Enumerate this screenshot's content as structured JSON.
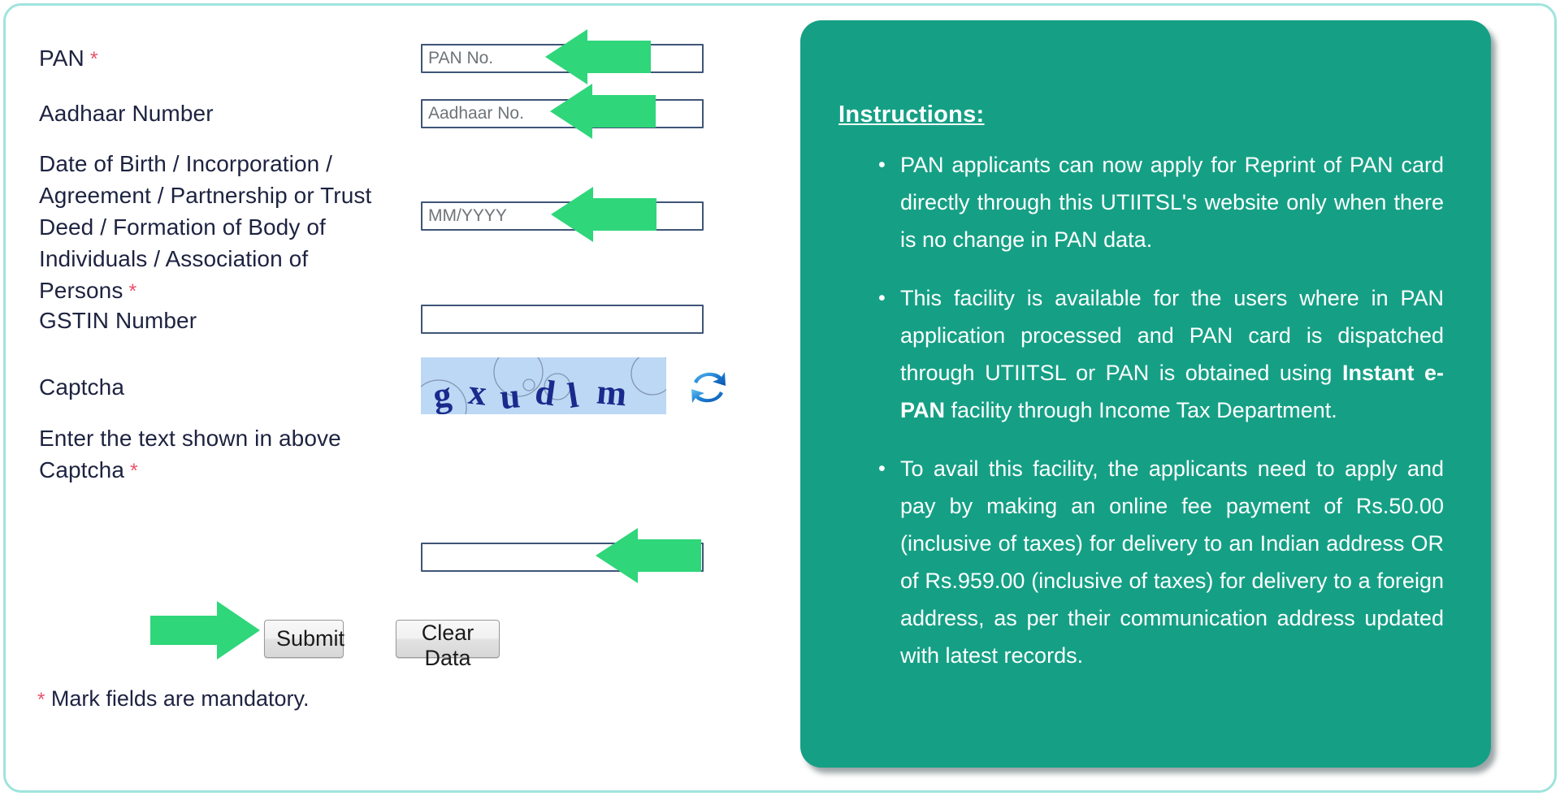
{
  "theme": {
    "frame_border_color": "#9fe4dd",
    "panel_teal": "#15a085",
    "arrow_green": "#2fd67a",
    "required_star_color": "#e8536b",
    "label_color": "#1d2340",
    "input_border_color": "#3f5577",
    "captcha_bg": "#bcd8f5",
    "captcha_text_color": "#1a2a8c",
    "refresh_icon_color": "#1e7fd4"
  },
  "form": {
    "fields": [
      {
        "name": "pan",
        "label": "PAN",
        "required": true,
        "placeholder": "PAN No.",
        "value": "",
        "has_arrow": true
      },
      {
        "name": "aadhaar",
        "label": "Aadhaar Number",
        "required": false,
        "placeholder": "Aadhaar No.",
        "value": "",
        "has_arrow": true
      },
      {
        "name": "dob",
        "label": "Date of Birth / Incorporation / Agreement / Partnership or Trust Deed / Formation of Body of Individuals / Association of Persons",
        "required": true,
        "placeholder": "MM/YYYY",
        "value": "",
        "has_arrow": true
      },
      {
        "name": "gstin",
        "label": "GSTIN Number",
        "required": false,
        "placeholder": "",
        "value": "",
        "has_arrow": false
      },
      {
        "name": "captcha_display",
        "label": "Captcha",
        "required": false,
        "placeholder": "",
        "value": "",
        "has_arrow": false
      },
      {
        "name": "captcha_entry",
        "label": "Enter the text shown in above Captcha",
        "required": true,
        "placeholder": "",
        "value": "",
        "has_arrow": true
      }
    ],
    "captcha": {
      "text": "gxudlm",
      "refresh_icon": "refresh-icon"
    },
    "buttons": {
      "submit": "Submit",
      "clear": "Clear Data"
    },
    "mandatory_note": {
      "star": "*",
      "text": "Mark fields are mandatory."
    }
  },
  "instructions": {
    "title": "Instructions:",
    "items": [
      {
        "parts": [
          {
            "text": "PAN applicants can now apply for Reprint of PAN card directly through this UTIITSL's website only when there is no change in PAN data.",
            "bold": false
          }
        ]
      },
      {
        "parts": [
          {
            "text": "This facility is available for the users where in PAN application processed and PAN card is dispatched through UTIITSL or PAN is obtained using ",
            "bold": false
          },
          {
            "text": "Instant e-PAN",
            "bold": true
          },
          {
            "text": " facility through Income Tax Department.",
            "bold": false
          }
        ]
      },
      {
        "parts": [
          {
            "text": "To avail this facility, the applicants need to apply and pay by making an online fee payment of Rs.50.00 (inclusive of taxes) for delivery to an Indian address OR of Rs.959.00 (inclusive of taxes) for delivery to a foreign address, as per their communication address updated with latest records.",
            "bold": false
          }
        ]
      }
    ]
  }
}
